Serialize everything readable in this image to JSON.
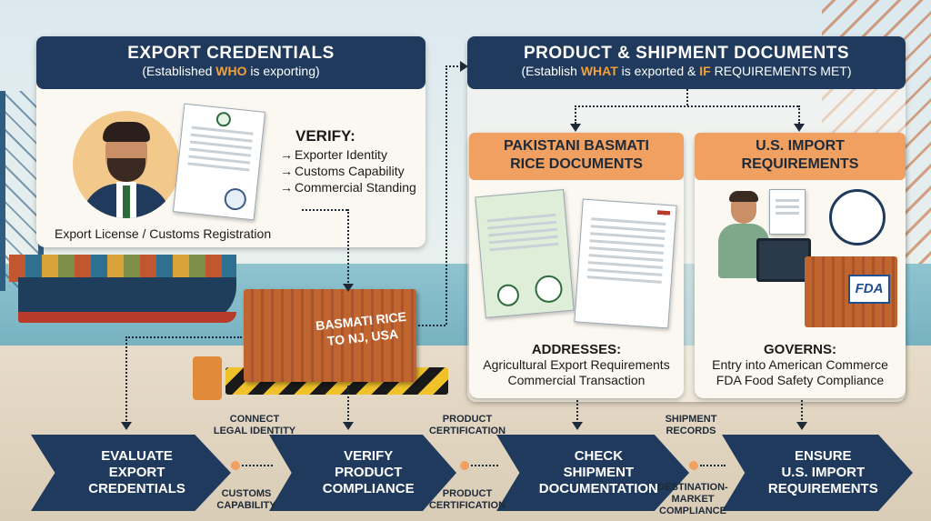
{
  "left_panel": {
    "title": "EXPORT CREDENTIALS",
    "subtitle_pre": "(Established ",
    "subtitle_hl": "WHO",
    "subtitle_post": " is exporting)",
    "verify_title": "VERIFY:",
    "verify_items": [
      "Exporter Identity",
      "Customs Capability",
      "Commercial Standing"
    ],
    "caption": "Export License / Customs Registration"
  },
  "right_panel": {
    "title": "PRODUCT & SHIPMENT DOCUMENTS",
    "subtitle_pre": "(Establish ",
    "subtitle_hl1": "WHAT",
    "subtitle_mid": " is exported & ",
    "subtitle_hl2": "IF",
    "subtitle_post": " REQUIREMENTS MET)"
  },
  "pk_docs": {
    "title_line1": "PAKISTANI BASMATI",
    "title_line2": "RICE DOCUMENTS",
    "addresses_label": "ADDRESSES:",
    "lines": [
      "Agricultural Export Requirements",
      "Commercial Transaction"
    ]
  },
  "us_reqs": {
    "title_line1": "U.S. IMPORT",
    "title_line2": "REQUIREMENTS",
    "governs_label": "GOVERNS:",
    "lines": [
      "Entry into American Commerce",
      "FDA Food Safety Compliance"
    ],
    "fda_label": "FDA"
  },
  "container": {
    "line1": "BASMATI RICE",
    "line2": "TO NJ, USA"
  },
  "steps": [
    {
      "line1": "EVALUATE",
      "line2": "EXPORT",
      "line3": "CREDENTIALS"
    },
    {
      "line1": "VERIFY",
      "line2": "PRODUCT",
      "line3": "COMPLIANCE"
    },
    {
      "line1": "CHECK",
      "line2": "SHIPMENT",
      "line3": "DOCUMENTATION"
    },
    {
      "line1": "ENSURE",
      "line2": "U.S. IMPORT",
      "line3": "REQUIREMENTS"
    }
  ],
  "connectors": {
    "c1_top": [
      "CONNECT",
      "LEGAL IDENTITY"
    ],
    "c1_bottom": [
      "CUSTOMS",
      "CAPABILITY"
    ],
    "c2_top": [
      "PRODUCT",
      "CERTIFICATION"
    ],
    "c2_bottom": [
      "PRODUCT",
      "CERTIFICATION"
    ],
    "c3_top": [
      "SHIPMENT",
      "RECORDS"
    ],
    "c3_bottom": [
      "DESTINATION-",
      "MARKET",
      "COMPLIANCE"
    ]
  },
  "colors": {
    "navy": "#1f3a5c",
    "orange": "#f0a060",
    "highlight": "#f2a03a"
  }
}
